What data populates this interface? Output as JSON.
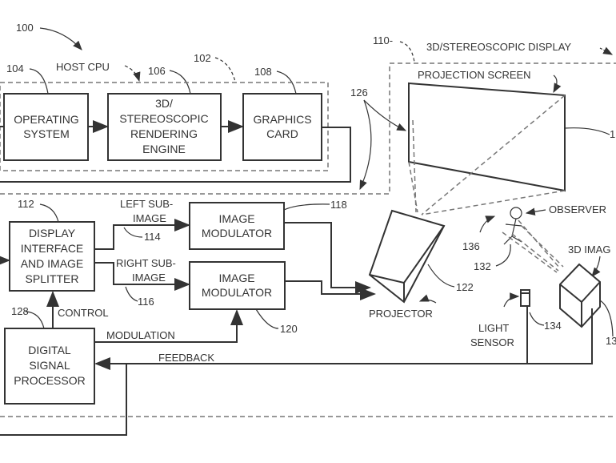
{
  "refs": {
    "r100": "100",
    "r102": "102",
    "r104": "104",
    "r106": "106",
    "r108": "108",
    "r110": "110-",
    "r112": "112",
    "r114": "114",
    "r116": "116",
    "r118": "118",
    "r120": "120",
    "r122": "122",
    "r126": "126",
    "r128": "128",
    "r132": "132",
    "r134": "134",
    "r136": "136",
    "r_screen": "1",
    "r_imager": "13"
  },
  "labels": {
    "host_cpu": "HOST CPU",
    "display": "3D/STEREOSCOPIC DISPLAY",
    "projection_screen": "PROJECTION SCREEN",
    "observer": "OBSERVER",
    "imager": "3D IMAG",
    "projector": "PROJECTOR",
    "light_sensor": [
      "LIGHT",
      "SENSOR"
    ],
    "left_sub": [
      "LEFT SUB-",
      "IMAGE"
    ],
    "right_sub": [
      "RIGHT SUB-",
      "IMAGE"
    ],
    "control": "CONTROL",
    "modulation": "MODULATION",
    "feedback": "FEEDBACK"
  },
  "boxes": {
    "os": [
      "OPERATING",
      "SYSTEM"
    ],
    "engine": [
      "3D/",
      "STEREOSCOPIC",
      "RENDERING",
      "ENGINE"
    ],
    "graphics": [
      "GRAPHICS",
      "CARD"
    ],
    "splitter": [
      "DISPLAY",
      "INTERFACE",
      "AND IMAGE",
      "SPLITTER"
    ],
    "mod1": [
      "IMAGE",
      "MODULATOR"
    ],
    "mod2": [
      "IMAGE",
      "MODULATOR"
    ],
    "dsp": [
      "DIGITAL",
      "SIGNAL",
      "PROCESSOR"
    ]
  }
}
